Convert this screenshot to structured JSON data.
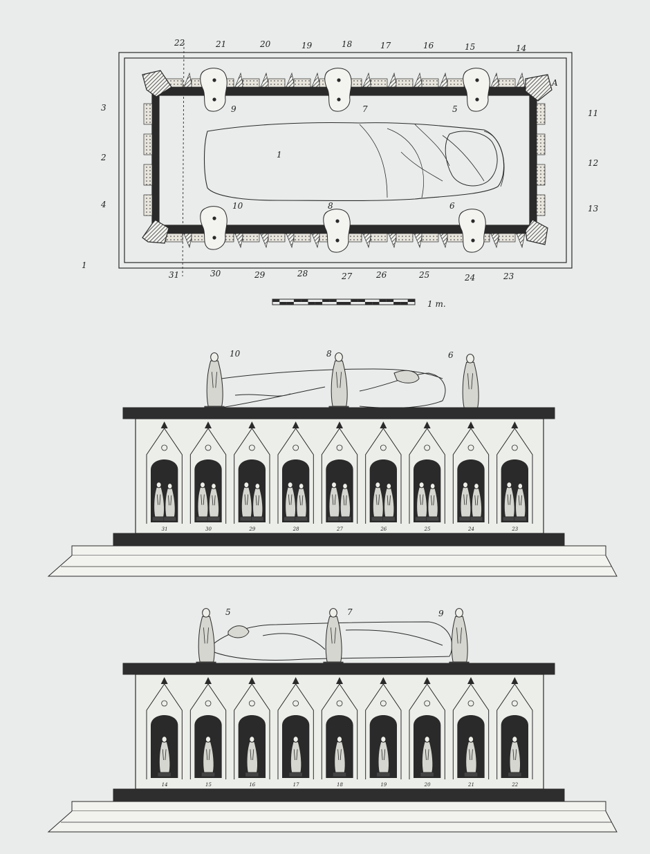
{
  "plan": {
    "top_labels": [
      "22",
      "21",
      "20",
      "19",
      "18",
      "17",
      "16",
      "15",
      "14"
    ],
    "bottom_labels": [
      "31",
      "30",
      "29",
      "28",
      "27",
      "26",
      "25",
      "24",
      "23"
    ],
    "left_labels": [
      "3",
      "2",
      "4"
    ],
    "right_labels": [
      "11",
      "12",
      "13"
    ],
    "corner_label": "A",
    "effigy_label": "1",
    "top_mourner_labels": [
      "9",
      "7",
      "5"
    ],
    "bottom_mourner_labels": [
      "10",
      "8",
      "6"
    ],
    "margin_mark": "1",
    "scale_label": "1 m."
  },
  "elevation_upper": {
    "mourner_labels": [
      "10",
      "8",
      "6"
    ],
    "niche_labels": [
      "31",
      "30",
      "29",
      "28",
      "27",
      "26",
      "25",
      "24",
      "23"
    ]
  },
  "elevation_lower": {
    "mourner_labels": [
      "5",
      "7",
      "9"
    ],
    "niche_labels": [
      "14",
      "15",
      "16",
      "17",
      "18",
      "19",
      "20",
      "21",
      "22"
    ]
  },
  "colors": {
    "paper": "#e9ecea",
    "ink": "#2a2a2a",
    "dark": "#333333"
  }
}
